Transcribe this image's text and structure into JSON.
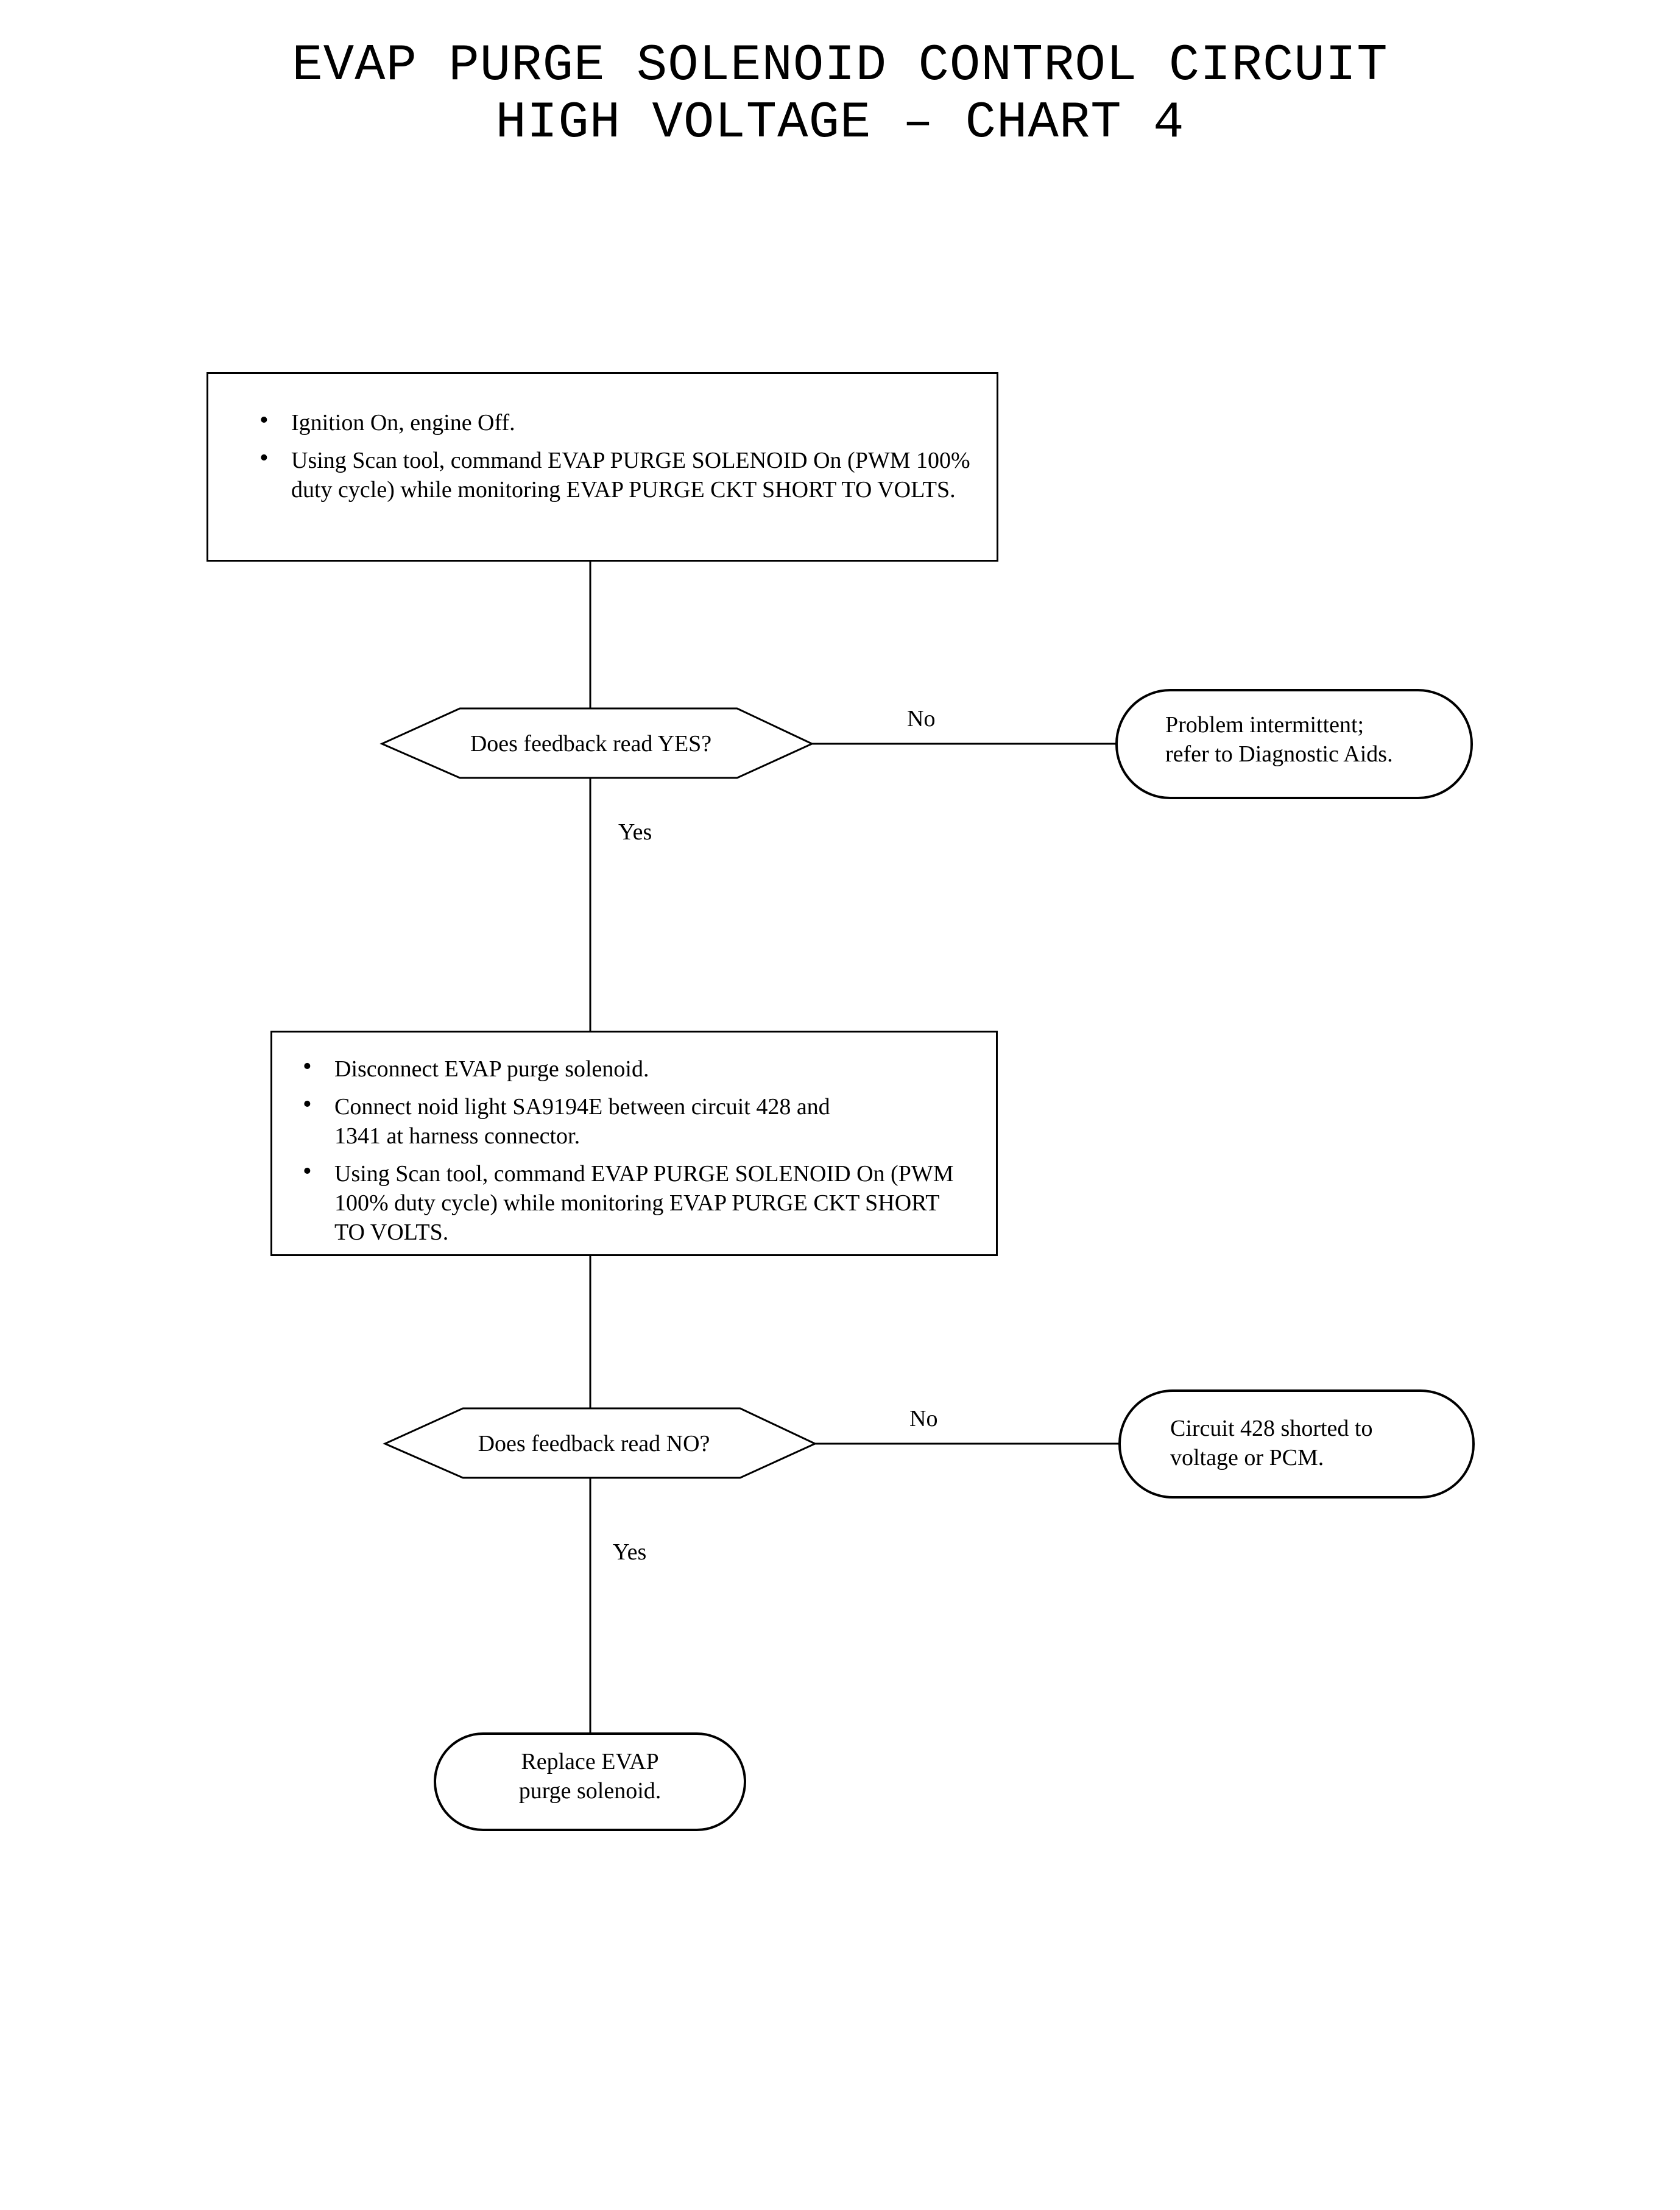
{
  "title": {
    "line1": "EVAP PURGE SOLENOID CONTROL CIRCUIT",
    "line2": "HIGH VOLTAGE – CHART 4"
  },
  "step1": {
    "bullets": [
      "Ignition On, engine Off.",
      "Using Scan tool, command EVAP PURGE SOLENOID On (PWM 100% duty cycle) while monitoring EVAP PURGE CKT SHORT TO VOLTS."
    ]
  },
  "decision1": {
    "question": "Does feedback read YES?",
    "no_label": "No",
    "yes_label": "Yes"
  },
  "result1": {
    "line1": "Problem intermittent;",
    "line2": "refer to Diagnostic Aids."
  },
  "step2": {
    "bullets": [
      "Disconnect EVAP purge solenoid.",
      "Connect noid light SA9194E between circuit 428 and 1341 at harness connector.",
      "Using Scan tool, command EVAP PURGE SOLENOID On (PWM 100% duty cycle) while monitoring EVAP PURGE CKT SHORT TO VOLTS."
    ]
  },
  "decision2": {
    "question": "Does feedback read NO?",
    "no_label": "No",
    "yes_label": "Yes"
  },
  "result2": {
    "line1": "Circuit 428 shorted to",
    "line2": "voltage or PCM."
  },
  "result3": {
    "line1": "Replace EVAP",
    "line2": "purge solenoid."
  }
}
